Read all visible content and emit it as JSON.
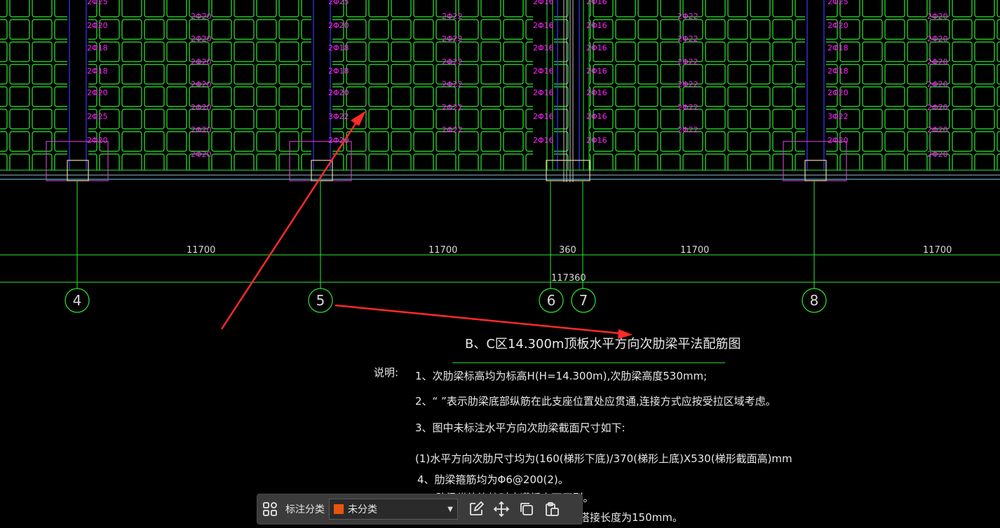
{
  "drawing": {
    "rebar_col1": [
      "2Φ25",
      "2Φ20",
      "2Φ18",
      "2Φ18",
      "2Φ20",
      "2Φ25",
      "2Φ20"
    ],
    "rebar_col2": [
      "2Φ20",
      "2Φ20",
      "2Φ20",
      "2Φ20",
      "2Φ20",
      "2Φ20",
      "2Φ20"
    ],
    "rebar_col3": [
      "2Φ25",
      "2Φ20",
      "2Φ18",
      "2Φ18",
      "2Φ20",
      "3Φ22",
      "2Φ20"
    ],
    "rebar_col4": [
      "2Φ22",
      "2Φ22",
      "2Φ22",
      "2Φ22",
      "2Φ22",
      "2Φ22"
    ],
    "rebar_col5": [
      "2Φ16",
      "2Φ16",
      "2Φ16",
      "2Φ16",
      "2Φ16",
      "2Φ16",
      "2Φ16"
    ],
    "rebar_col6": [
      "2Φ16",
      "2Φ16",
      "2Φ16",
      "2Φ16",
      "2Φ16",
      "2Φ16",
      "2Φ16"
    ],
    "rebar_col7": [
      "2Φ22",
      "2Φ22",
      "2Φ22",
      "2Φ22",
      "2Φ22",
      "2Φ22"
    ],
    "rebar_col8": [
      "2Φ25",
      "2Φ20",
      "2Φ18",
      "2Φ18",
      "2Φ20",
      "3Φ22",
      "2Φ20"
    ],
    "rebar_col9": [
      "2Φ20",
      "2Φ20",
      "2Φ20",
      "2Φ20",
      "2Φ20",
      "2Φ20",
      "2Φ20"
    ],
    "dims": {
      "span1": "11700",
      "span2": "11700",
      "gap": "360",
      "span3": "11700",
      "span4": "11700",
      "total": "117360"
    },
    "axes": [
      "4",
      "5",
      "6",
      "7",
      "8"
    ],
    "title": "B、C区14.300m顶板水平方向次肋梁平法配筋图",
    "notes_label": "说明:",
    "notes": [
      "1、次肋梁标高均为标高H(H=14.300m),次肋梁高度530mm;",
      "2、“    ”表示肋梁底部纵筋在此支座位置处应贯通,连接方式应按受拉区域考虑。",
      "3、图中未标注水平方向次肋梁截面尺寸如下:",
      "(1)水平方向次肋尺寸均为(160(梯形下底)/370(梯形上底)X530(梯形截面高)mm",
      "4、肋梁箍筋均为Φ6@200(2)。",
      "5、肋梁纵筋连接时应遵循上下原则。",
      "搭接长度为150mm。"
    ],
    "colors": {
      "grid": "#00ff00",
      "rebar": "#ff22ff",
      "beam": "#3a3aff",
      "arrow": "#ff2a2a",
      "support": "#c040c0"
    }
  },
  "toolbar": {
    "layout_icon": "grid-layout-icon",
    "category_label": "标注分类",
    "category_value": "未分类",
    "category_color": "#e6550d",
    "edit_icon": "edit-icon",
    "move_icon": "move-icon",
    "copy_icon": "copy-icon",
    "paste_icon": "paste-icon"
  }
}
